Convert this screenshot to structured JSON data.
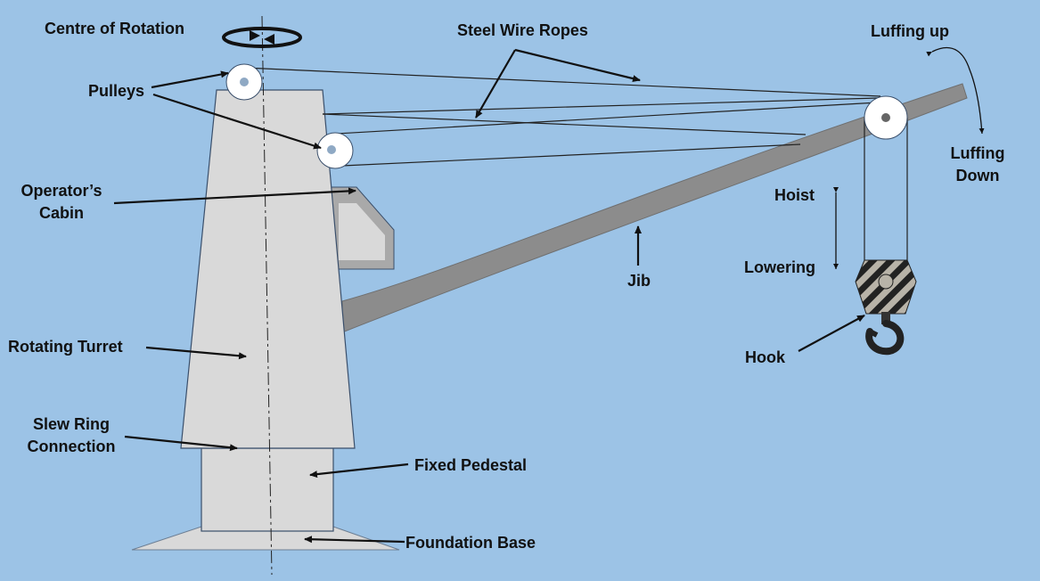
{
  "labels": {
    "centre_of_rotation": "Centre of Rotation",
    "steel_wire_ropes": "Steel Wire Ropes",
    "luffing_up": "Luffing up",
    "luffing_down_1": "Luffing",
    "luffing_down_2": "Down",
    "pulleys": "Pulleys",
    "operators_cabin_1": "Operator’s",
    "operators_cabin_2": "Cabin",
    "hoist": "Hoist",
    "lowering": "Lowering",
    "jib": "Jib",
    "hook": "Hook",
    "rotating_turret": "Rotating Turret",
    "slew_ring_1": "Slew Ring",
    "slew_ring_2": "Connection",
    "fixed_pedestal": "Fixed Pedestal",
    "foundation_base": "Foundation Base"
  },
  "colors": {
    "background": "#9cc3e6",
    "structure_fill": "#d9d9d9",
    "jib_fill": "#8c8c8c",
    "pulley_fill": "#ffffff",
    "outline": "#3a4f6b",
    "arrow": "#111111",
    "hook_block_stripe": "#222222",
    "hook_block_base": "#b8b3a8"
  }
}
